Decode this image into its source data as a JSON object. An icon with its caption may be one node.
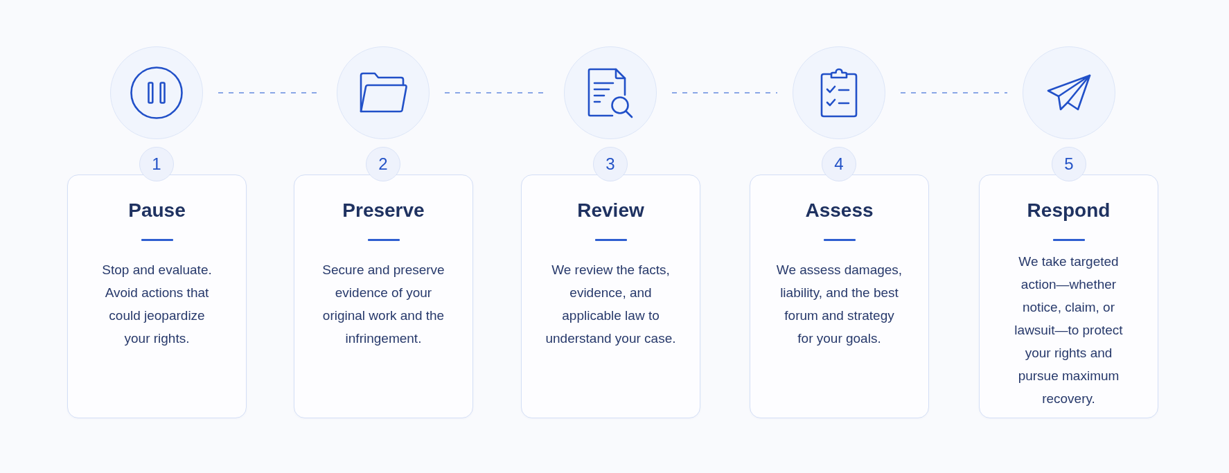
{
  "diagram": {
    "nodes": [
      {
        "text": [],
        "shape": "circle"
      },
      {
        "text": [
          "1"
        ]
      },
      {
        "text": [
          "Pause",
          "Stop and evaluate. Avoid actions that could jeopardize your rights."
        ]
      },
      {
        "text": [],
        "shape": "circle"
      },
      {
        "text": [
          "2"
        ]
      },
      {
        "text": [
          "Preserve",
          "Secure and preserve evidence of your original work and the infringement."
        ]
      },
      {
        "text": [],
        "shape": "circle"
      },
      {
        "text": [
          "3"
        ]
      },
      {
        "text": [
          "Review",
          "We review the facts, evidence, and applicable law to understand your case."
        ]
      },
      {
        "text": [],
        "shape": "circle"
      },
      {
        "text": [
          "4"
        ]
      },
      {
        "text": [
          "Assess",
          "We assess damages, liability, and the best forum and strategy for your goals."
        ]
      },
      {
        "text": [],
        "shape": "circle"
      },
      {
        "text": [
          "5"
        ]
      },
      {
        "text": [
          "Respond",
          "We take targeted action—whether notice, claim, or lawsuit—to protect your rights and pursue maximum recovery."
        ]
      }
    ],
    "edges": [
      {
        "from": 0,
        "to": 3,
        "arrow": "none",
        "style": "dashed"
      },
      {
        "from": 3,
        "to": 6,
        "arrow": "none",
        "style": "dashed"
      },
      {
        "from": 6,
        "to": 9,
        "arrow": "none",
        "style": "dashed"
      },
      {
        "from": 9,
        "to": 12,
        "arrow": "none",
        "style": "dashed"
      }
    ]
  }
}
